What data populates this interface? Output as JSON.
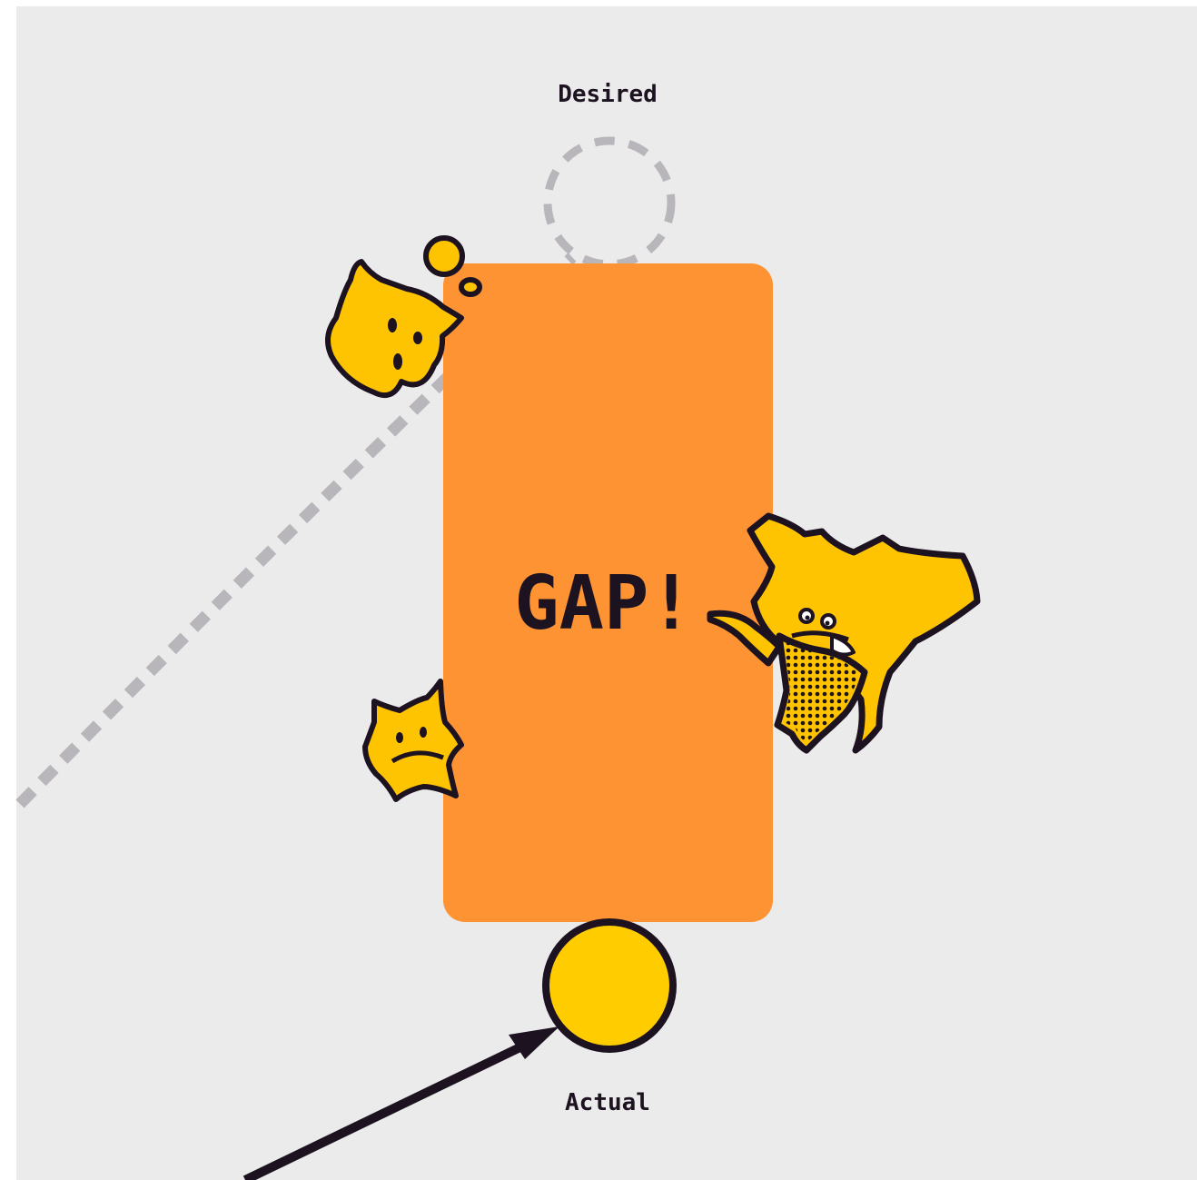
{
  "diagram": {
    "desired_label": "Desired",
    "actual_label": "Actual",
    "gap_label": "GAP!"
  },
  "colors": {
    "background": "#ebebeb",
    "obstacle": "#fd9333",
    "ball": "#ffcc00",
    "monster": "#fec401",
    "outline": "#1d1220",
    "desired_path": "#b8b6ba"
  },
  "icons": {
    "obstacle": "gap-block",
    "monster_large": "gremlin-monster-icon",
    "monster_small_top": "worried-blob-icon",
    "monster_small_bottom": "frowning-blob-icon"
  }
}
